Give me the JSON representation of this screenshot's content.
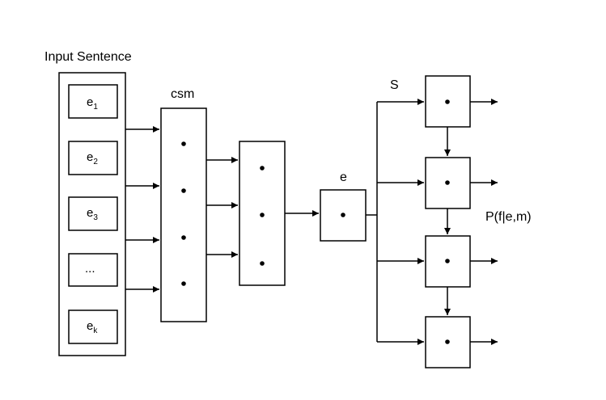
{
  "labels": {
    "input_sentence": "Input Sentence",
    "csm": "csm",
    "e": "e",
    "s": "S",
    "prob": "P(f|e,m)"
  },
  "tokens": [
    {
      "base": "e",
      "sub": "1"
    },
    {
      "base": "e",
      "sub": "2"
    },
    {
      "base": "e",
      "sub": "3"
    },
    {
      "base": "...",
      "sub": ""
    },
    {
      "base": "e",
      "sub": "k"
    }
  ]
}
